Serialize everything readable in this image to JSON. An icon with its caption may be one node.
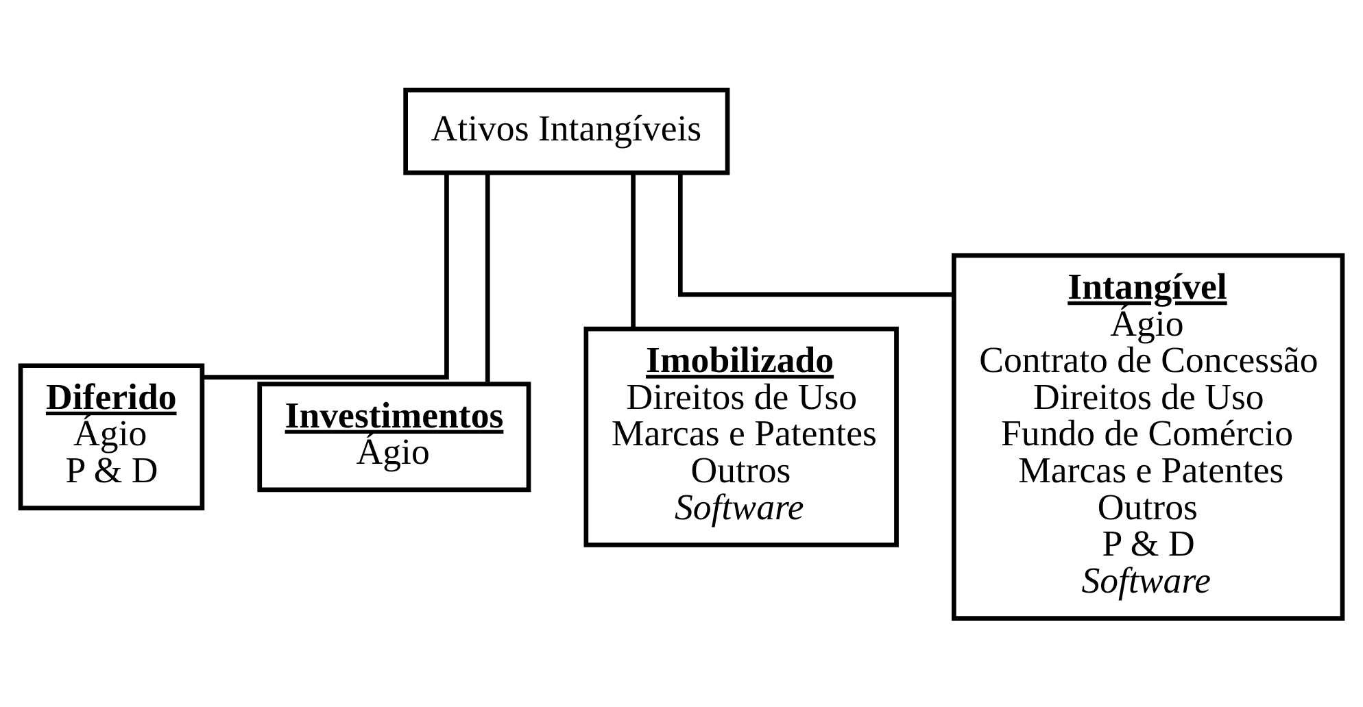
{
  "diagram": {
    "nodes": [
      {
        "text": [
          "Ativos Intangíveis"
        ]
      },
      {
        "text": [
          "Diferido",
          "Ágio",
          "P & D"
        ]
      },
      {
        "text": [
          "Investimentos",
          "Ágio"
        ]
      },
      {
        "text": [
          "Imobilizado",
          "Direitos de Uso",
          "Marcas e Patentes",
          "Outros",
          "*Software*"
        ]
      },
      {
        "text": [
          "Intangível",
          "Ágio",
          "Contrato de Concessão",
          "Direitos de Uso",
          "Fundo de Comércio",
          "Marcas e Patentes",
          "Outros",
          "P & D",
          "*Software*"
        ]
      }
    ],
    "edges": [
      {
        "from": 0,
        "to": 1,
        "arrow": "none"
      },
      {
        "from": 0,
        "to": 2,
        "arrow": "none"
      },
      {
        "from": 0,
        "to": 3,
        "arrow": "none"
      },
      {
        "from": 0,
        "to": 4,
        "arrow": "none"
      }
    ]
  }
}
